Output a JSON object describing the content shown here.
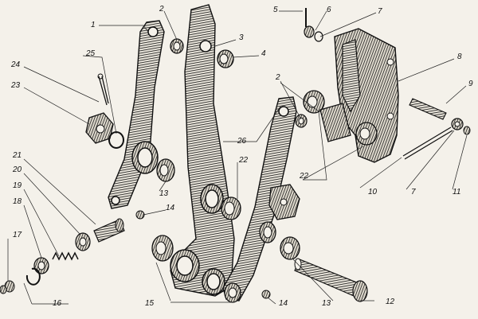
{
  "labels": {
    "l1": "1",
    "l2a": "2",
    "l2b": "2",
    "l3": "3",
    "l4": "4",
    "l5": "5",
    "l6": "6",
    "l7a": "7",
    "l7b": "7",
    "l8": "8",
    "l9": "9",
    "l10": "10",
    "l11": "11",
    "l12": "12",
    "l13a": "13",
    "l13b": "13",
    "l14a": "14",
    "l14b": "14",
    "l15": "15",
    "l16": "16",
    "l17": "17",
    "l18": "18",
    "l19": "19",
    "l20": "20",
    "l21": "21",
    "l22a": "22",
    "l22b": "22",
    "l23": "23",
    "l24": "24",
    "l25": "25",
    "l26": "26"
  }
}
